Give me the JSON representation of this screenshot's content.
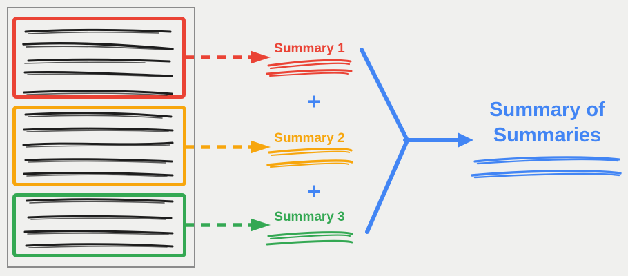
{
  "diagram": {
    "background_color": "#F0F0EE",
    "source_document": {
      "description": "document split into three highlighted chunks of scribbled text lines",
      "chunks": [
        {
          "id": "chunk-1",
          "border_color": "#EA4335",
          "text_line_count": 5
        },
        {
          "id": "chunk-2",
          "border_color": "#F7A60D",
          "text_line_count": 5
        },
        {
          "id": "chunk-3",
          "border_color": "#34A853",
          "text_line_count": 4
        }
      ]
    },
    "summaries": [
      {
        "label": "Summary 1",
        "color": "#EA4335"
      },
      {
        "label": "Summary 2",
        "color": "#F7A60D"
      },
      {
        "label": "Summary 3",
        "color": "#34A853"
      }
    ],
    "plus_operators": [
      "+",
      "+"
    ],
    "output": {
      "title": "Summary of Summaries",
      "color": "#4285F4"
    }
  }
}
